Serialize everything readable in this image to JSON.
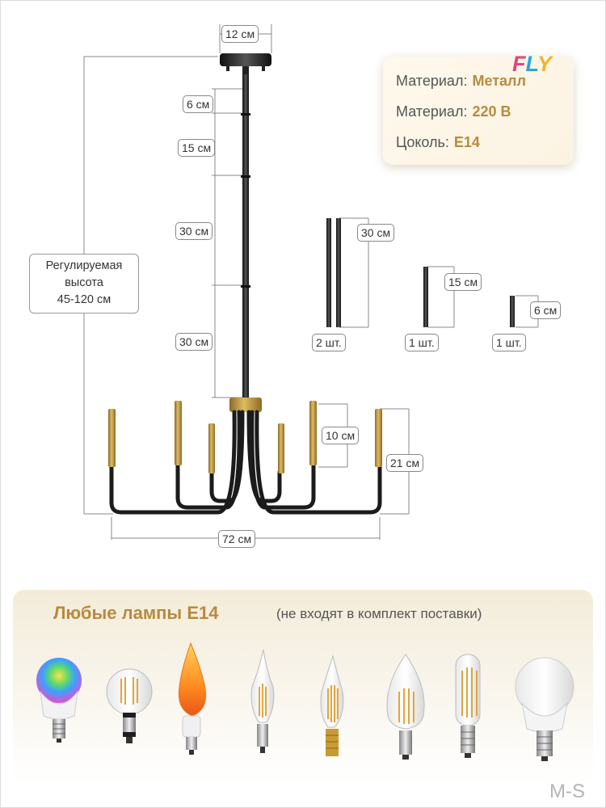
{
  "brand": {
    "name": "FLY",
    "letter_colors": [
      "#e0457b",
      "#27a7e0",
      "#f2b233"
    ]
  },
  "specs": {
    "material_label": "Материал:",
    "material_value": "Металл",
    "voltage_label": "Материал:",
    "voltage_value": "220 В",
    "socket_label": "Цоколь:",
    "socket_value": "E14"
  },
  "dimensions": {
    "canopy": "12 см",
    "rod_6": "6 см",
    "rod_15": "15 см",
    "rod_30a": "30 см",
    "rod_30b": "30 см",
    "adjustable": [
      "Регулируемая",
      "высота",
      "45-120 см"
    ],
    "candle_height": "10 см",
    "arm_height": "21 см",
    "width": "72 см"
  },
  "rods": [
    {
      "length": "30 см",
      "qty": "2 шт."
    },
    {
      "length": "15 см",
      "qty": "1 шт."
    },
    {
      "length": "6 см",
      "qty": "1 шт."
    }
  ],
  "lamps": {
    "title": "Любые лампы E14",
    "note": "(не входят в комплект поставки)",
    "items": [
      "rgb-bulb-icon",
      "globe-filament-bulb-icon",
      "flame-bulb-icon",
      "tip-candle-filament-bulb-icon",
      "tip-candle-filament-bulb-icon",
      "candle-filament-bulb-icon",
      "tubular-filament-bulb-icon",
      "led-globe-bulb-icon"
    ]
  },
  "watermark": "M-S",
  "colors": {
    "gold": "#b88a3e",
    "metal": "#2b2b2b",
    "brass": "#c9a24a"
  }
}
